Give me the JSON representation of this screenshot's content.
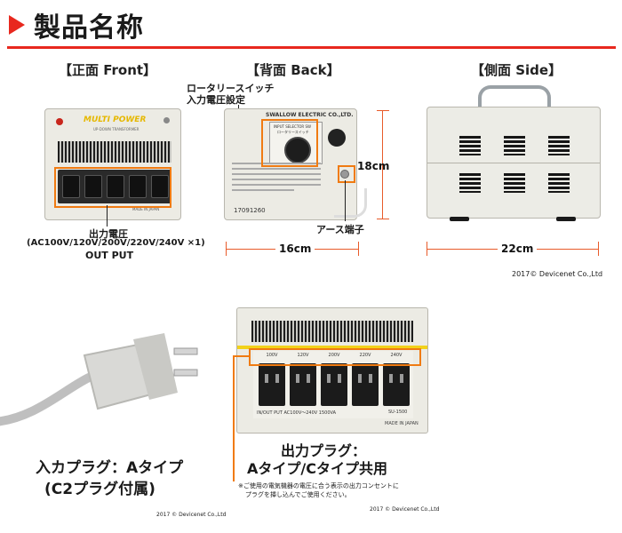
{
  "header": {
    "title": "製品名称"
  },
  "views": {
    "front": {
      "title": "【正面 Front】",
      "brand": "MULTI POWER",
      "subtitle": "UP-DOWN TRANSFORMER",
      "made": "MADE IN JAPAN"
    },
    "back": {
      "title": "【背面 Back】",
      "brand_plate": "SWALLOW ELECTRIC CO.,LTD.",
      "selector_label": "INPUT SELECTOR SW",
      "selector_jp": "ロータリースイッチ",
      "serial": "17091260"
    },
    "side": {
      "title": "【側面 Side】"
    }
  },
  "labels": {
    "output_voltage": "出力電圧",
    "output_voltage_values": "(AC100V/120V/200V/220V/240V ×1)",
    "output_put": "OUT PUT",
    "rotary_switch": "ロータリースイッチ",
    "input_voltage_setting": "入力電圧設定",
    "earth_terminal": "アース端子",
    "height_dim": "18cm",
    "width_dim": "16cm",
    "side_dim": "22cm",
    "copyright_top": "2017© Devicenet Co.,Ltd",
    "input_plug_line1": "入カプラグ：Aタイプ",
    "input_plug_line2": "(C2プラグ付属)",
    "output_plug_line1": "出力プラグ：",
    "output_plug_line2": "Aタイプ/Cタイプ共用",
    "note_line1": "※ご使用の電気機器の電圧に合う表示の出力コンセントに",
    "note_line2": "プラグを挿し込んでご使用ください。",
    "copyright_left": "2017 © Devicenet Co.,Ltd",
    "copyright_right": "2017 © Devicenet Co.,Ltd"
  },
  "closeup": {
    "voltages": [
      "100V",
      "120V",
      "200V",
      "220V",
      "240V"
    ],
    "bottom_text": "IN/OUT PUT  AC100V〜240V   1500VA",
    "model": "SU-1500",
    "made": "MADE IN JAPAN"
  },
  "colors": {
    "accent_red": "#e8281e",
    "callout_orange": "#f07b12",
    "dimension_line": "#e85b2a",
    "panel_yellow": "#f2d21a"
  }
}
